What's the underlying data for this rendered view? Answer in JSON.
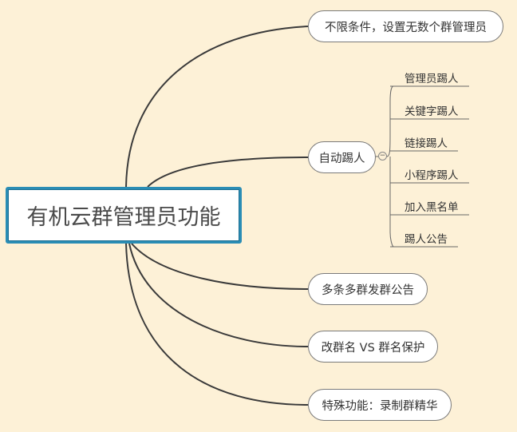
{
  "root": {
    "label": "有机云群管理员功能"
  },
  "branches": [
    {
      "label": "不限条件，设置无数个群管理员"
    },
    {
      "label": "自动踢人",
      "children": [
        {
          "label": "管理员踢人"
        },
        {
          "label": "关键字踢人"
        },
        {
          "label": "链接踢人"
        },
        {
          "label": "小程序踢人"
        },
        {
          "label": "加入黑名单"
        },
        {
          "label": "踢人公告"
        }
      ]
    },
    {
      "label": "多条多群发群公告"
    },
    {
      "label": "改群名 VS 群名保护"
    },
    {
      "label": "特殊功能：录制群精华"
    }
  ],
  "collapse_icon": "minus-circle-icon",
  "colors": {
    "background": "#fdf1d7",
    "connector": "#3a3a3a",
    "root_border": "#2a8db5"
  }
}
